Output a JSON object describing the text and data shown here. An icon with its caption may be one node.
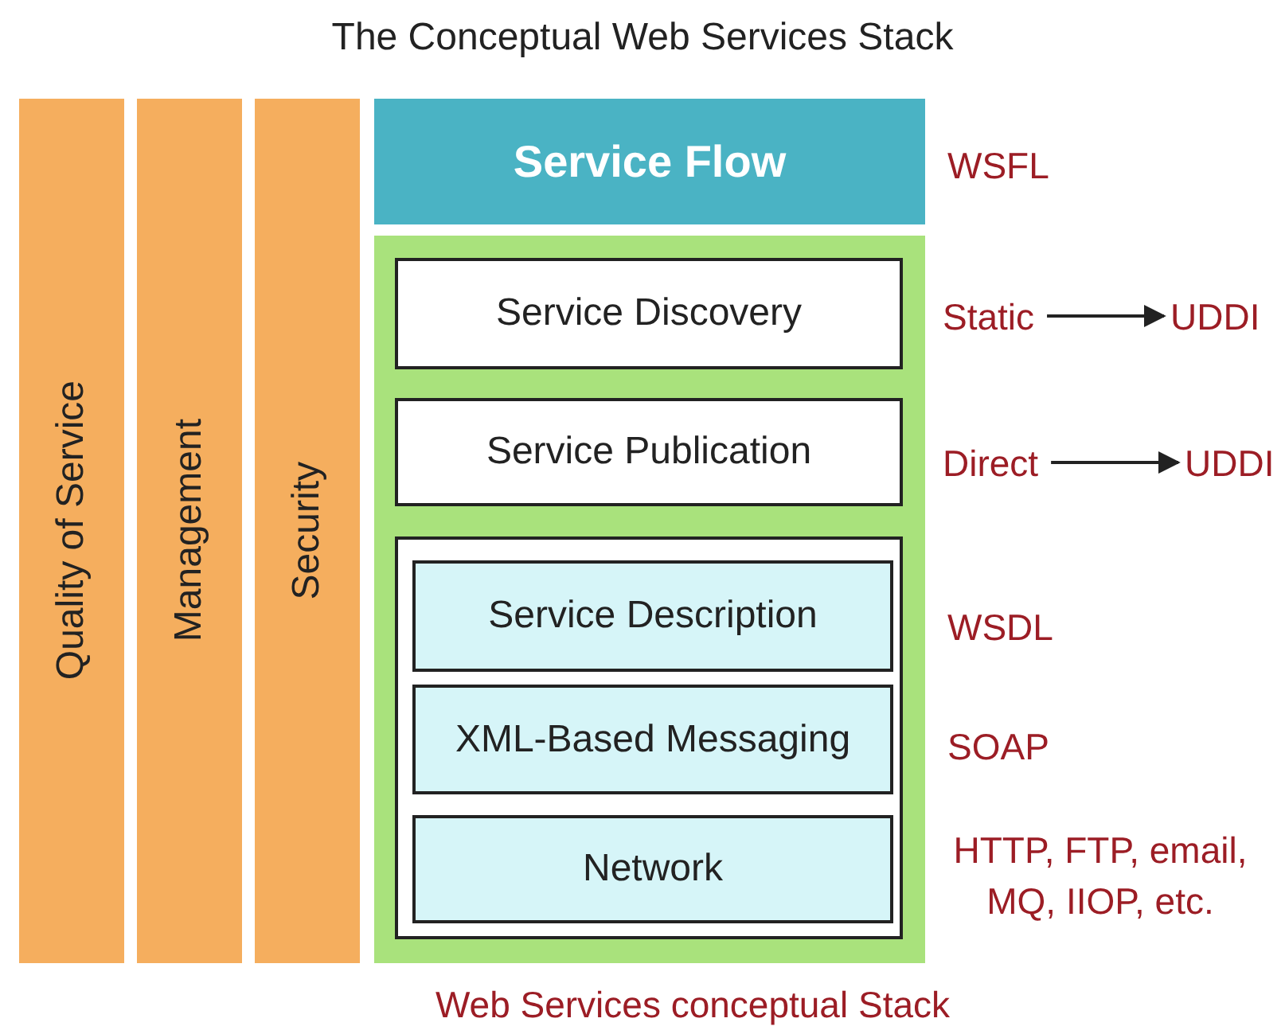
{
  "diagram": {
    "title": "The Conceptual Web Services Stack",
    "caption": "Web Services conceptual Stack",
    "nodes": [
      {
        "text": [
          "Quality of Service"
        ]
      },
      {
        "text": [
          "Management"
        ]
      },
      {
        "text": [
          "Security"
        ]
      },
      {
        "text": [
          "Service Flow"
        ],
        "beside": [
          "WSFL"
        ]
      },
      {
        "text": [],
        "shape": "box"
      },
      {
        "text": [
          "Service Discovery"
        ],
        "in": 4
      },
      {
        "text": [
          "Static"
        ]
      },
      {
        "text": [
          "UDDI"
        ]
      },
      {
        "text": [
          "Service Publication"
        ],
        "in": 4
      },
      {
        "text": [
          "Direct"
        ]
      },
      {
        "text": [
          "UDDI"
        ]
      },
      {
        "text": [],
        "shape": "box",
        "in": 4
      },
      {
        "text": [
          "Service Description"
        ],
        "in": 11,
        "beside": [
          "WSDL"
        ]
      },
      {
        "text": [
          "XML-Based Messaging"
        ],
        "in": 11,
        "beside": [
          "SOAP"
        ]
      },
      {
        "text": [
          "Network"
        ],
        "in": 11,
        "beside": [
          "HTTP, FTP, email, MQ, IIOP, etc."
        ]
      }
    ],
    "edges": [
      {
        "from": 6,
        "to": 7,
        "arrow": "to"
      },
      {
        "from": 9,
        "to": 10,
        "arrow": "to"
      }
    ]
  }
}
